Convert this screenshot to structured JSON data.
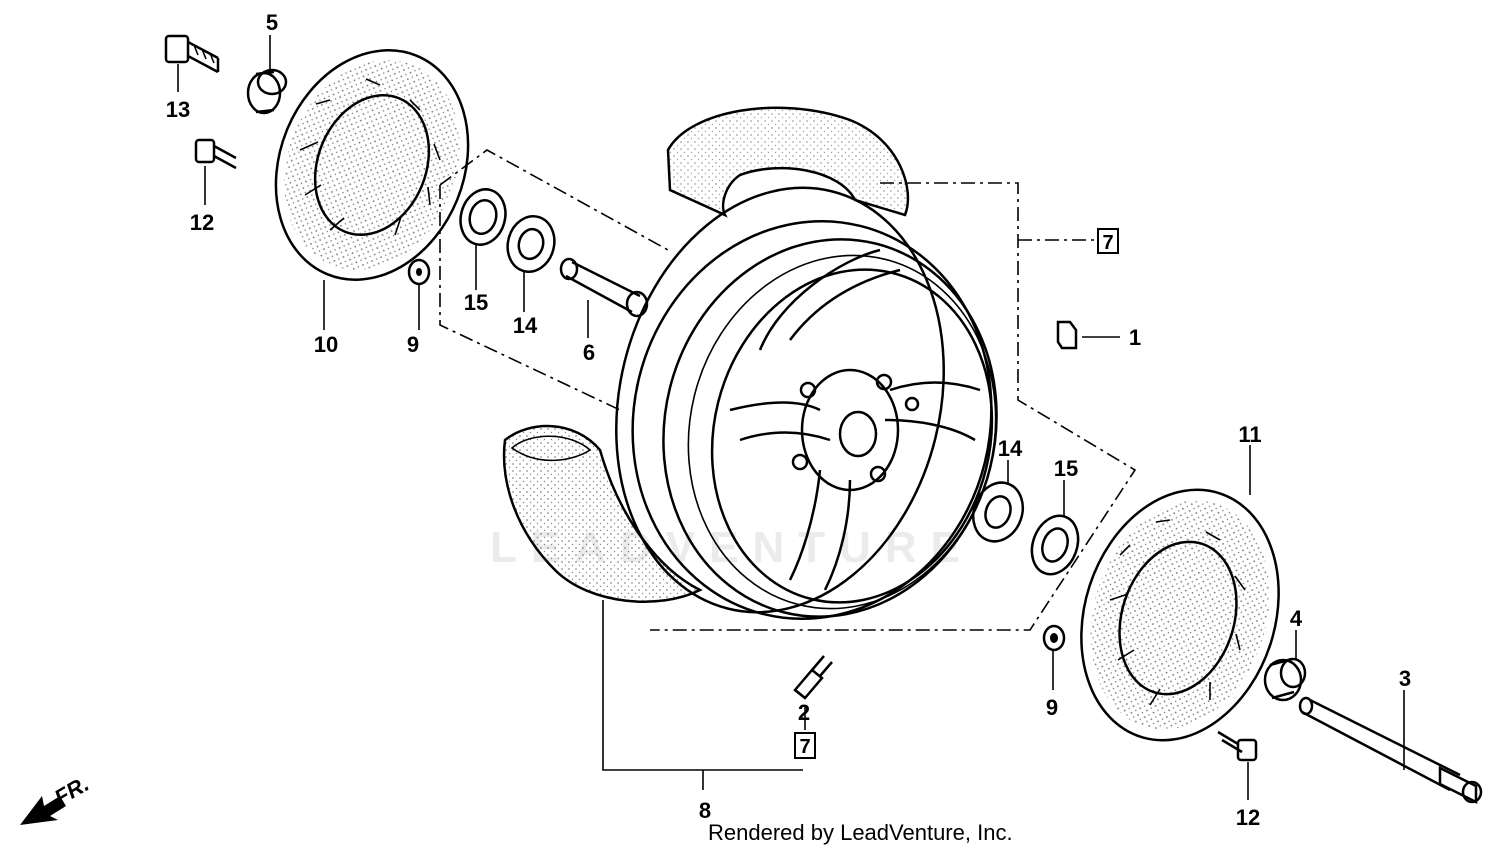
{
  "watermark": "LEADVENTURE",
  "credit": "Rendered by LeadVenture, Inc.",
  "direction_marker": "FR.",
  "callouts": {
    "c1": "1",
    "c2": "2",
    "c3": "3",
    "c4": "4",
    "c5": "5",
    "c6": "6",
    "c7_top": "7",
    "c7_bottom": "7",
    "c8": "8",
    "c9_left": "9",
    "c9_right": "9",
    "c10": "10",
    "c11": "11",
    "c12_left": "12",
    "c12_right": "12",
    "c13": "13",
    "c14_left": "14",
    "c14_right": "14",
    "c15_left": "15",
    "c15_right": "15"
  }
}
